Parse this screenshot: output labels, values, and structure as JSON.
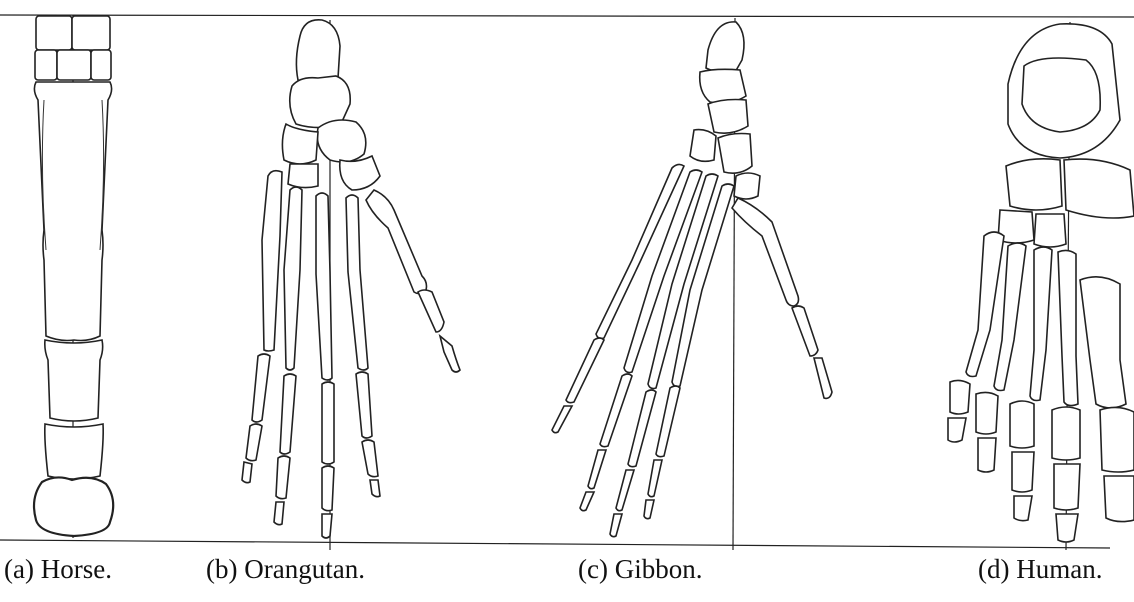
{
  "figure": {
    "panels": [
      {
        "id": "a",
        "caption": "(a) Horse.",
        "icon": "horse-foot-skeleton-icon"
      },
      {
        "id": "b",
        "caption": "(b) Orangutan.",
        "icon": "orangutan-foot-skeleton-icon"
      },
      {
        "id": "c",
        "caption": "(c) Gibbon.",
        "icon": "gibbon-foot-skeleton-icon"
      },
      {
        "id": "d",
        "caption": "(d) Human.",
        "icon": "human-foot-skeleton-icon"
      }
    ],
    "colors": {
      "line": "#222222",
      "background": "#ffffff"
    }
  }
}
